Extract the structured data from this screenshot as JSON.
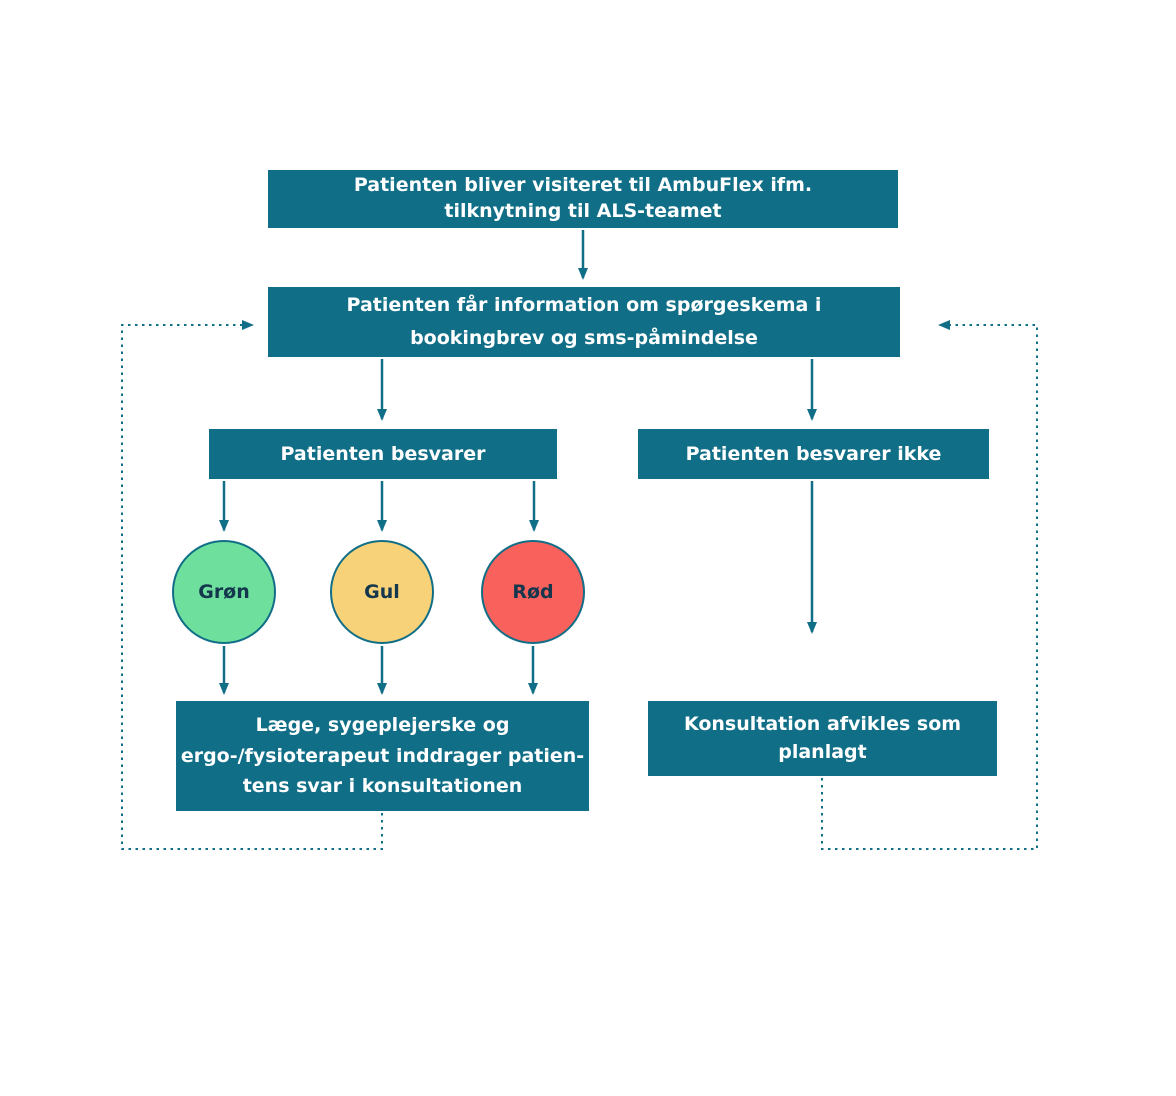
{
  "colors": {
    "teal": "#116E87",
    "box_text": "#FFFFFF",
    "circle_text": "#14374D",
    "background": "#FFFFFF"
  },
  "nodes": {
    "visitation": {
      "lines": [
        "Patienten bliver visiteret til AmbuFlex ifm.",
        "tilknytning til ALS-teamet"
      ]
    },
    "information": {
      "lines": [
        "Patienten får information om spørgeskema i",
        "bookingbrev og sms-påmindelse"
      ]
    },
    "responds": {
      "label": "Patienten besvarer"
    },
    "responds_not": {
      "label": "Patienten besvarer ikke"
    },
    "consult_answers": {
      "lines": [
        "Læge, sygeplejerske og",
        "ergo-/fysioterapeut inddrager patien-",
        "tens svar i konsultationen"
      ]
    },
    "consult_planned": {
      "lines": [
        "Konsultation afvikles som",
        "planlagt"
      ]
    }
  },
  "circles": [
    {
      "label": "Grøn",
      "color": "#6FDF9E"
    },
    {
      "label": "Gul",
      "color": "#F8D278"
    },
    {
      "label": "Rød",
      "color": "#F8615C"
    }
  ]
}
